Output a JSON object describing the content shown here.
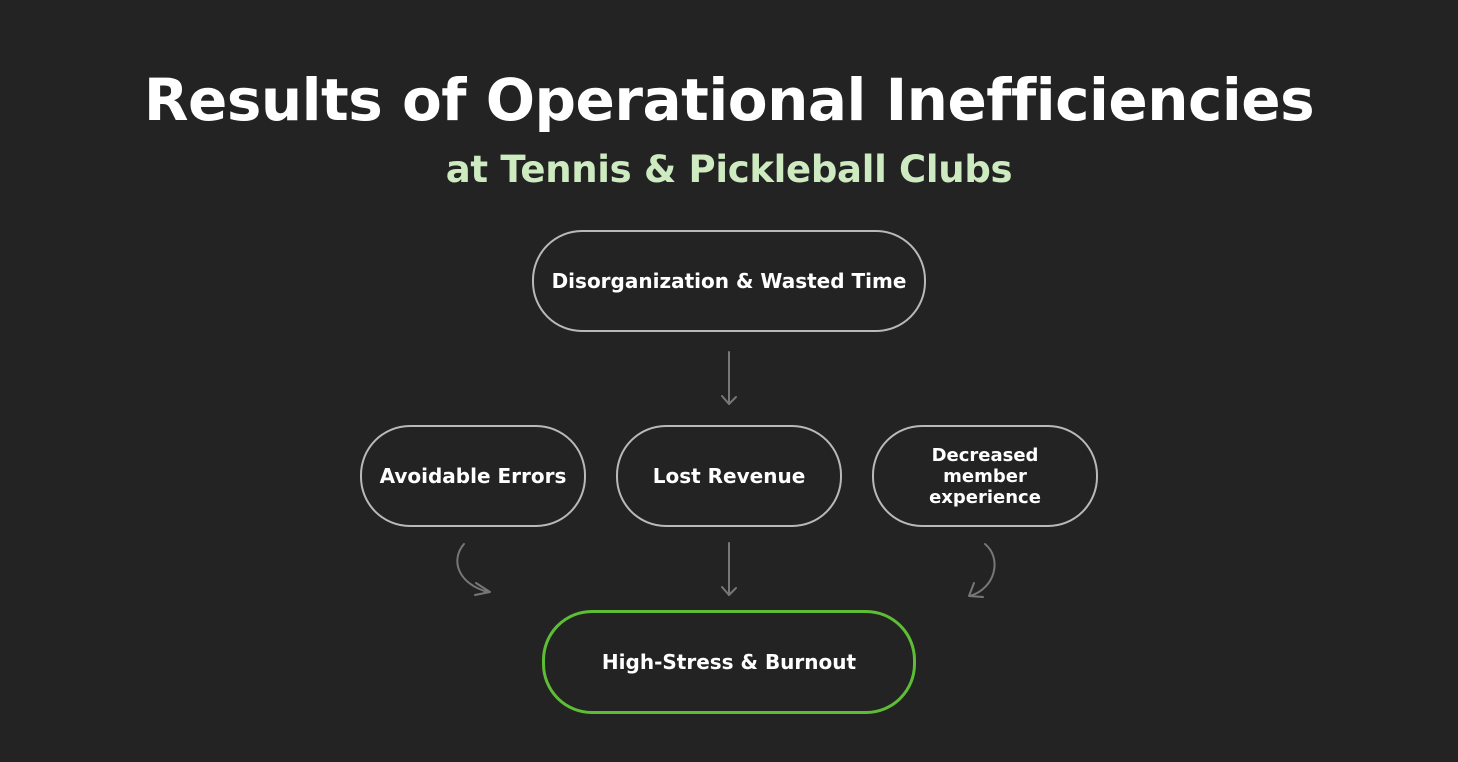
{
  "header": {
    "title": "Results of Operational Inefficiencies",
    "subtitle": "at Tennis & Pickleball Clubs"
  },
  "diagram": {
    "root": {
      "label": "Disorganization & Wasted Time"
    },
    "effects": [
      {
        "label": "Avoidable Errors"
      },
      {
        "label": "Lost Revenue"
      },
      {
        "label": "Decreased member experience"
      }
    ],
    "outcome": {
      "label": "High-Stress & Burnout"
    }
  },
  "colors": {
    "background": "#232323",
    "title": "#ffffff",
    "subtitle": "#cdeac0",
    "node_border": "#b9b9b9",
    "outcome_border": "#5dbd34",
    "arrow": "#777777"
  }
}
